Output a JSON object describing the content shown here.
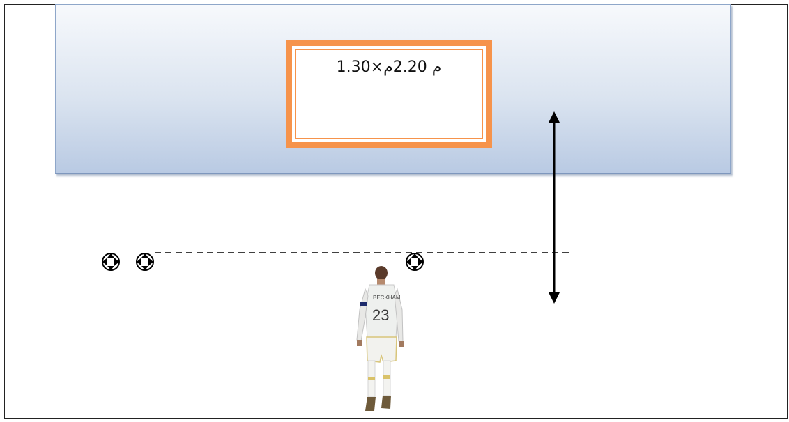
{
  "goal": {
    "dimension_label": "م 2.20م×1.30"
  },
  "balls": {
    "count": 3,
    "icon": "soccer-ball-icon"
  },
  "player": {
    "shirt_number": "23",
    "shirt_name": "BECKHAM",
    "icon": "player-figure"
  },
  "measure": {
    "icon": "double-arrow-icon"
  },
  "colors": {
    "goal_frame": "#f6934b",
    "wall_top": "#f7f9fc",
    "wall_bottom": "#b9cae3",
    "dashed_line": "#000000"
  }
}
